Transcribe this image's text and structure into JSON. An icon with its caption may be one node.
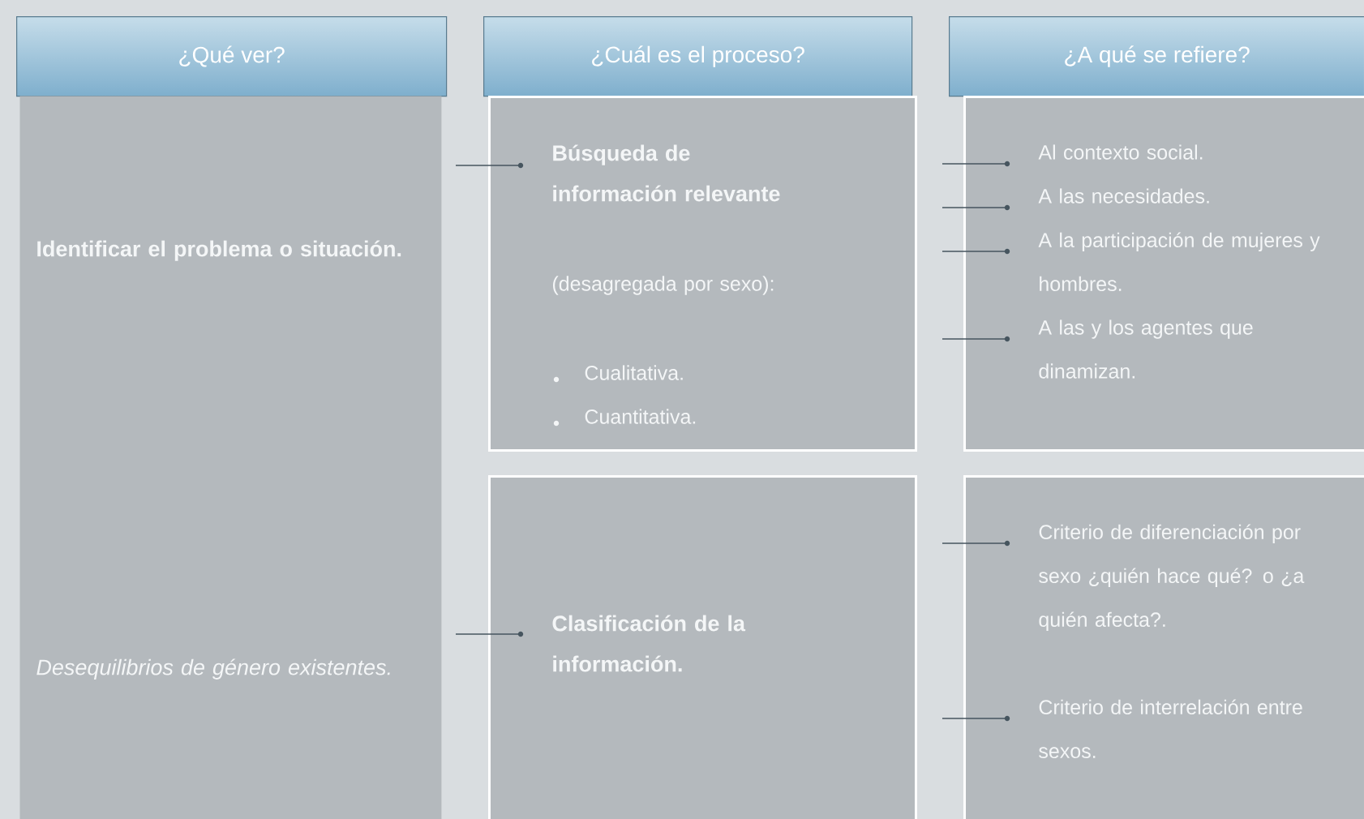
{
  "diagram": {
    "nodes": [
      {
        "text": [
          "¿Qué ver?"
        ]
      },
      {
        "text": [
          "¿Cuál es el proceso?"
        ]
      },
      {
        "text": [
          "¿A qué se refiere?"
        ]
      },
      {
        "text": [
          "Identificar el problema o situación.",
          "Desequilibrios de género existentes."
        ]
      },
      {
        "text": [
          "Búsqueda de información relevante",
          "(desagregada por sexo):",
          "Cualitativa.",
          "Cuantitativa."
        ]
      },
      {
        "text": [
          "Al contexto social.",
          "A las necesidades.",
          "A la participación de mujeres y hombres.",
          "A las y los agentes que dinamizan."
        ]
      },
      {
        "text": [
          "Clasificación de la información."
        ]
      },
      {
        "text": [
          "Criterio de diferenciación por sexo ¿quién hace qué? o ¿a quién afecta?.",
          "Criterio de interrelación entre sexos."
        ]
      }
    ]
  }
}
